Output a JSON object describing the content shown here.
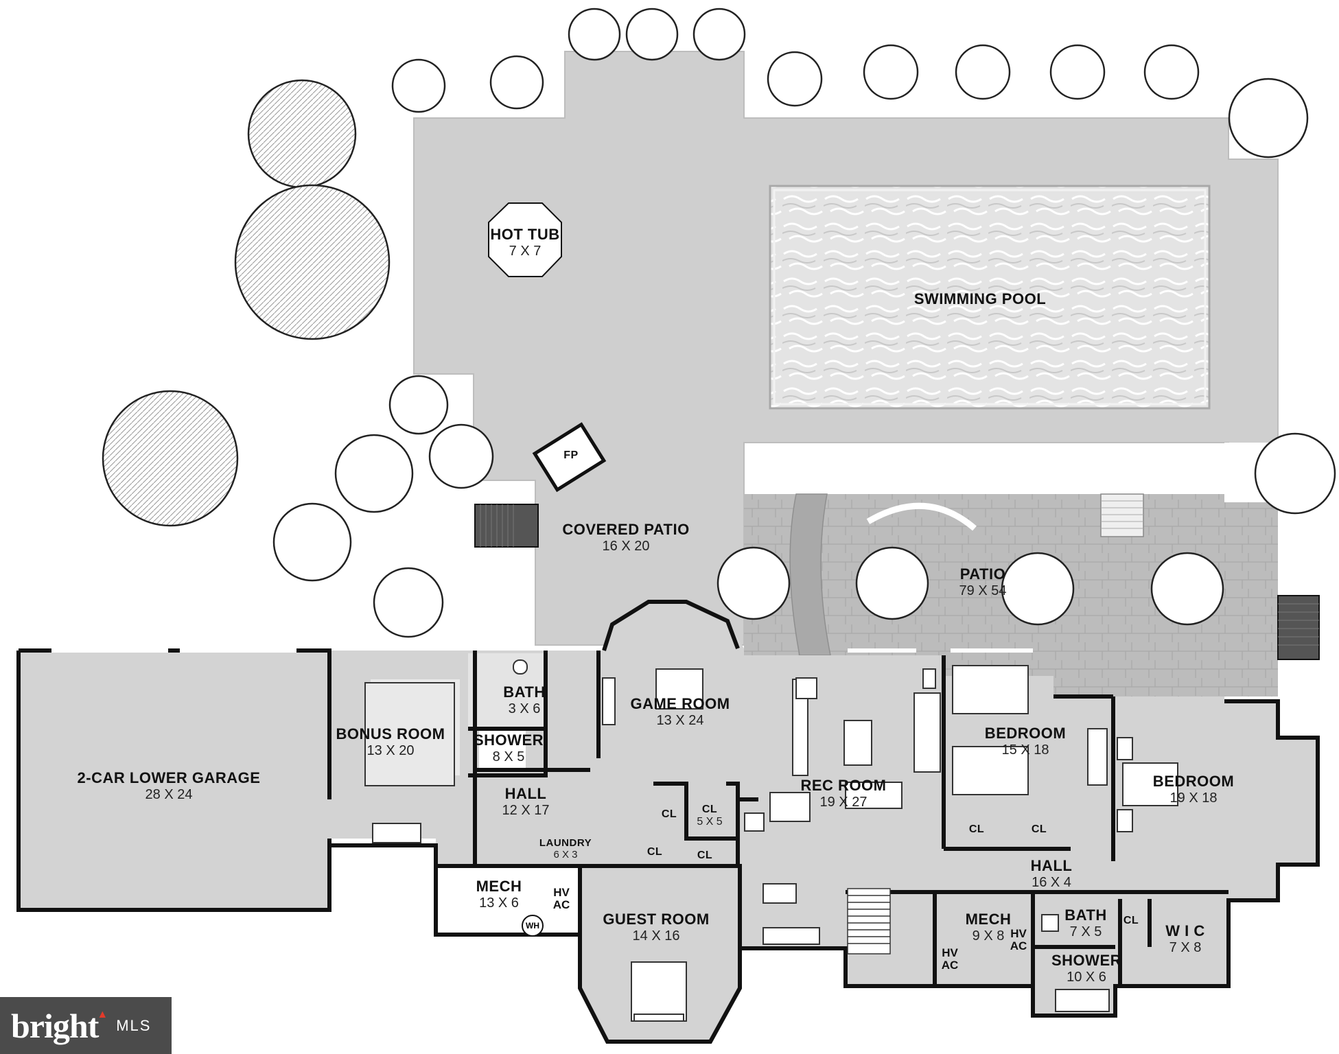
{
  "rooms": {
    "hot_tub": {
      "name": "HOT TUB",
      "dim": "7 X 7"
    },
    "swimming_pool": {
      "name": "SWIMMING POOL"
    },
    "fp": {
      "name": "FP"
    },
    "covered_patio": {
      "name": "COVERED PATIO",
      "dim": "16 X 20"
    },
    "patio": {
      "name": "PATIO",
      "dim": "79 X 54"
    },
    "garage": {
      "name": "2-CAR LOWER GARAGE",
      "dim": "28 X 24"
    },
    "bonus_room": {
      "name": "BONUS ROOM",
      "dim": "13 X 20"
    },
    "bath_1": {
      "name": "BATH",
      "dim": "3 X 6"
    },
    "shower_1": {
      "name": "SHOWER",
      "dim": "8 X 5"
    },
    "game_room": {
      "name": "GAME ROOM",
      "dim": "13 X 24"
    },
    "rec_room": {
      "name": "REC ROOM",
      "dim": "19 X 27"
    },
    "bedroom_1": {
      "name": "BEDROOM",
      "dim": "15 X 18"
    },
    "bedroom_2": {
      "name": "BEDROOM",
      "dim": "19 X 18"
    },
    "hall_1": {
      "name": "HALL",
      "dim": "12 X 17"
    },
    "cl_1": {
      "name": "CL"
    },
    "cl_2": {
      "name": "CL",
      "dim": "5 X 5"
    },
    "cl_3": {
      "name": "CL"
    },
    "cl_4": {
      "name": "CL"
    },
    "laundry": {
      "name": "LAUNDRY",
      "dim": "6 X 3"
    },
    "mech_1": {
      "name": "MECH",
      "dim": "13 X 6"
    },
    "guest_room": {
      "name": "GUEST ROOM",
      "dim": "14 X 16"
    },
    "cl_bed_a": {
      "name": "CL"
    },
    "cl_bed_b": {
      "name": "CL"
    },
    "hall_2": {
      "name": "HALL",
      "dim": "16 X 4"
    },
    "mech_2": {
      "name": "MECH",
      "dim": "9 X 8"
    },
    "bath_2": {
      "name": "BATH",
      "dim": "7 X 5"
    },
    "cl_5": {
      "name": "CL"
    },
    "wic": {
      "name": "W I C",
      "dim": "7 X 8"
    },
    "shower_2": {
      "name": "SHOWER",
      "dim": "10 X 6"
    }
  },
  "tags": {
    "hvac_1": [
      "HV",
      "AC"
    ],
    "hvac_2": [
      "HV",
      "AC"
    ],
    "hvac_3": [
      "HV",
      "AC"
    ],
    "wh": "WH"
  },
  "watermark": {
    "brand": "bright",
    "suffix": "MLS"
  },
  "colors": {
    "interior": "#d3d3d3",
    "paving": "#cfcfcf",
    "pool": "#dedede",
    "pavers": "#b8b8b8",
    "walls": "#111111",
    "watermark_bg": "#4b4b4b",
    "watermark_accent": "#e23a2a"
  }
}
